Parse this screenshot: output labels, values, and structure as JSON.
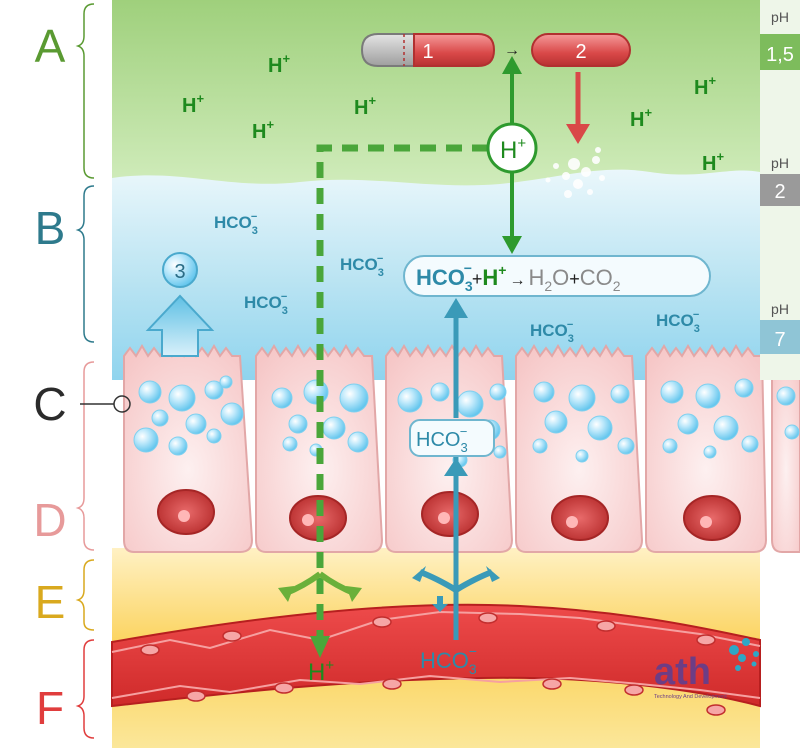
{
  "layers": {
    "a": {
      "letter": "A",
      "color": "#5a9a32"
    },
    "b": {
      "letter": "B",
      "color": "#2e7a8c"
    },
    "c": {
      "letter": "C",
      "color": "#2b2b2b"
    },
    "d": {
      "letter": "D",
      "color": "#e79a9a"
    },
    "e": {
      "letter": "E",
      "color": "#d9a91e"
    },
    "f": {
      "letter": "F",
      "color": "#e03d3d"
    }
  },
  "ph_scale": {
    "label": "pH",
    "values": [
      "1,5",
      "2",
      "7"
    ],
    "colors": [
      "#7dbc5c",
      "#9a9a9a",
      "#8fc5d6"
    ]
  },
  "ions": {
    "h": "H",
    "plus": "+",
    "hco3": "HCO",
    "sub3": "3",
    "minus": "−"
  },
  "enzyme": {
    "step1": "1",
    "step2": "2",
    "arrow": "→"
  },
  "reaction": {
    "h2o_h": "H",
    "sub2": "2",
    "o": "O",
    "co_c": "CO",
    "arrow": "→"
  },
  "secretion_marker": "3",
  "logo": {
    "name": "ath",
    "tagline": "Technology And Development"
  }
}
